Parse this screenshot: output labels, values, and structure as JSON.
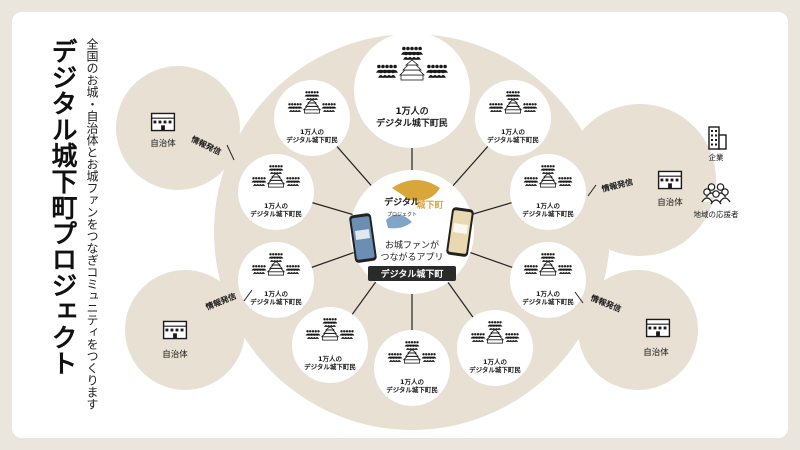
{
  "title": "デジタル城下町プロジェクト",
  "subtitle": "全国のお城・自治体とお城ファンをつなぎコミュニティをつくります",
  "colors": {
    "background": "#ebe6dd",
    "card": "#ffffff",
    "hub": "#e7e0d3",
    "node": "#ffffff",
    "line": "#222222",
    "dark": "#1a1a1a",
    "gold": "#d9a63a",
    "blue": "#7fa6c6"
  },
  "center": {
    "logo_main": "デジタル",
    "logo_castle": "城下町",
    "logo_sub": "プロジェクト",
    "app_tagline": [
      "お城ファンが",
      "つながるアプリ"
    ],
    "app_badge": "デジタル城下町"
  },
  "nodes": [
    {
      "label": "1万人の",
      "label2": "デジタル城下町民",
      "size": "large"
    },
    {
      "label": "1万人の",
      "label2": "デジタル城下町民",
      "size": "small"
    },
    {
      "label": "1万人の",
      "label2": "デジタル城下町民",
      "size": "small"
    },
    {
      "label": "1万人の",
      "label2": "デジタル城下町民",
      "size": "small"
    },
    {
      "label": "1万人の",
      "label2": "デジタル城下町民",
      "size": "small"
    },
    {
      "label": "1万人の",
      "label2": "デジタル城下町民",
      "size": "small"
    },
    {
      "label": "1万人の",
      "label2": "デジタル城下町民",
      "size": "small"
    },
    {
      "label": "1万人の",
      "label2": "デジタル城下町民",
      "size": "small"
    },
    {
      "label": "1万人の",
      "label2": "デジタル城下町民",
      "size": "small"
    },
    {
      "label": "1万人の",
      "label2": "デジタル城下町民",
      "size": "small"
    },
    {
      "label": "1万人の",
      "label2": "デジタル城下町民",
      "size": "small"
    }
  ],
  "satellites": [
    {
      "name": "municipality-top-left",
      "label": "自治体",
      "info": "情報発信"
    },
    {
      "name": "municipality-bottom-left",
      "label": "自治体",
      "info": "情報発信"
    },
    {
      "name": "municipality-right",
      "label": "自治体",
      "info": "情報発信",
      "extra": [
        {
          "label": "企業",
          "icon": "company-building-icon"
        },
        {
          "label": "地域の応援者",
          "icon": "supporters-group-icon"
        }
      ]
    },
    {
      "name": "municipality-bottom-right",
      "label": "自治体",
      "info": "情報発信"
    }
  ]
}
